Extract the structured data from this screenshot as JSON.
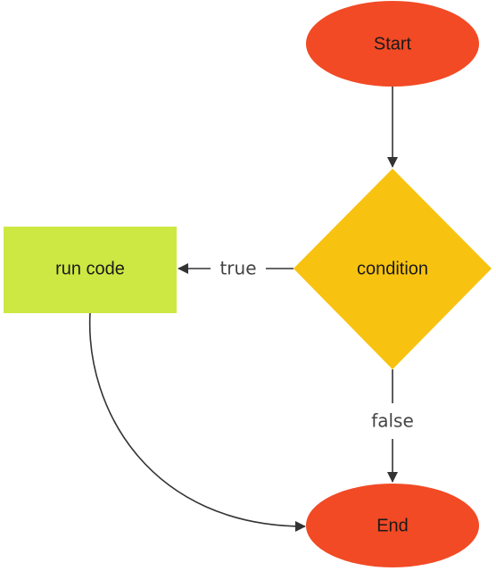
{
  "diagram": {
    "type": "flowchart",
    "nodes": {
      "start": {
        "label": "Start",
        "shape": "ellipse",
        "color": "#f24a25"
      },
      "condition": {
        "label": "condition",
        "shape": "diamond",
        "color": "#f8c310"
      },
      "run_code": {
        "label": "run code",
        "shape": "rectangle",
        "color": "#cde842"
      },
      "end": {
        "label": "End",
        "shape": "ellipse",
        "color": "#f24a25"
      }
    },
    "edges": {
      "start_to_condition": {
        "from": "Start",
        "to": "condition",
        "label": ""
      },
      "condition_to_run_code": {
        "from": "condition",
        "to": "run code",
        "label": "true"
      },
      "condition_to_end": {
        "from": "condition",
        "to": "End",
        "label": "false"
      },
      "run_code_to_end": {
        "from": "run code",
        "to": "End",
        "label": ""
      }
    },
    "edge_color": "#333333"
  }
}
